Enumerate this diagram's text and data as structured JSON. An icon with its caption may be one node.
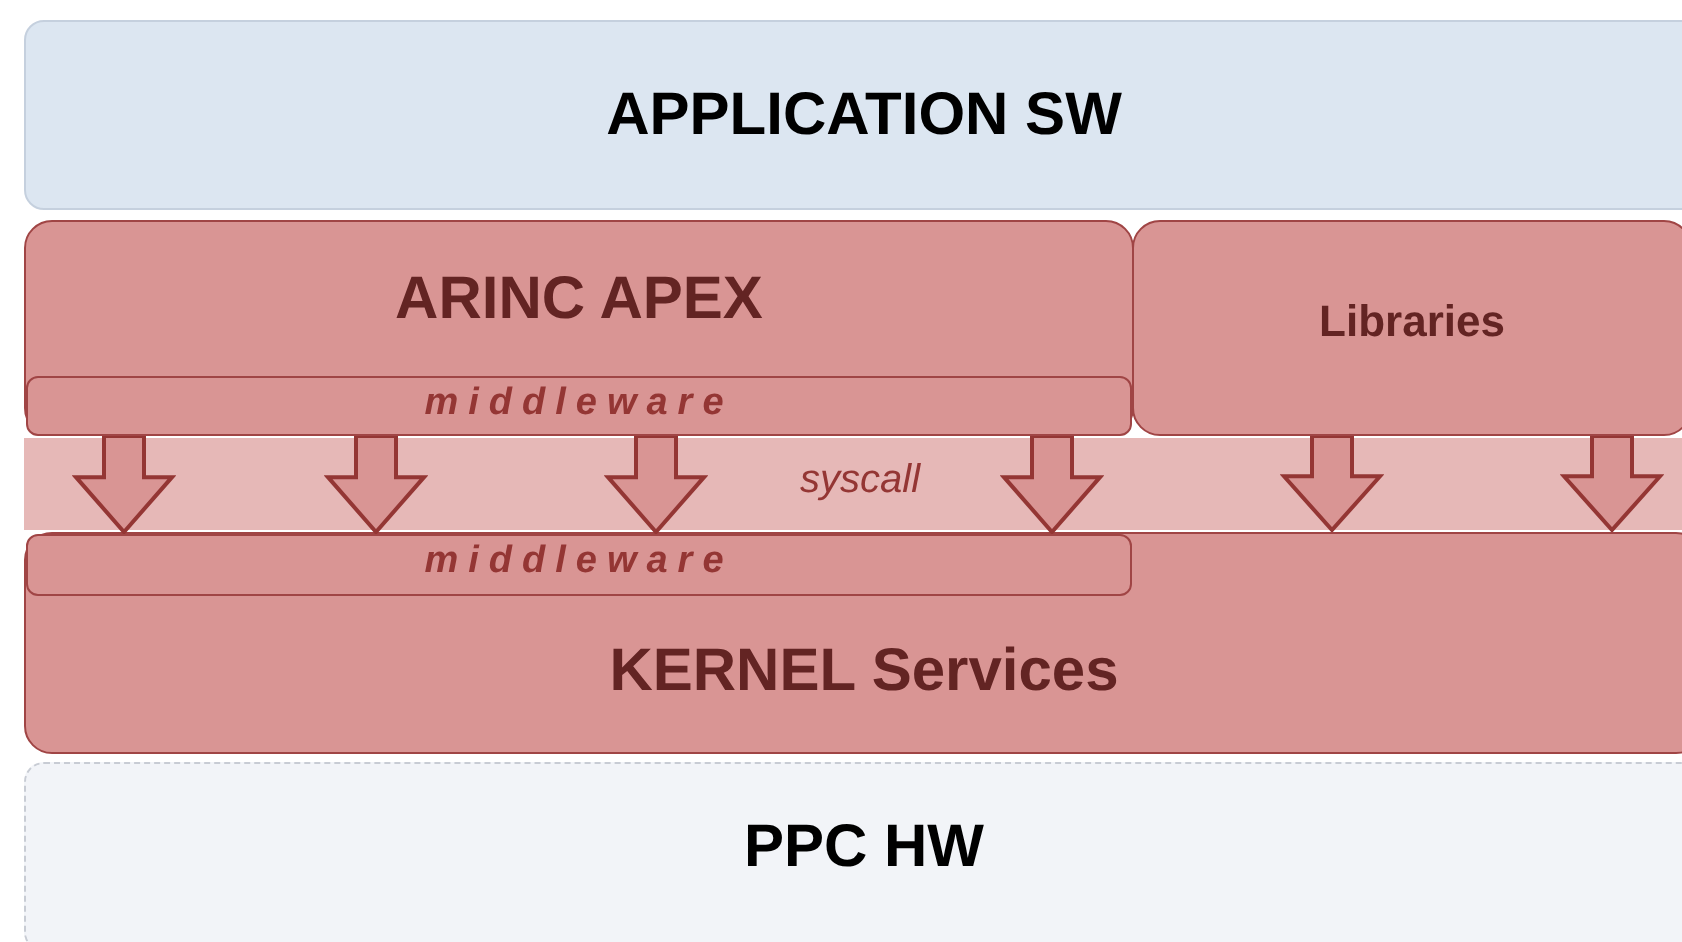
{
  "diagram": {
    "nodes": [
      {
        "text": [
          "APPLICATION SW"
        ]
      },
      {
        "text": [
          "ARINC APEX"
        ]
      },
      {
        "text": [
          "middleware"
        ],
        "in": 1
      },
      {
        "text": [
          "Libraries"
        ]
      },
      {
        "text": [
          "syscall"
        ]
      },
      {
        "text": [
          "KERNEL Services"
        ]
      },
      {
        "text": [
          "middleware"
        ],
        "in": 5
      },
      {
        "text": [
          "PPC HW"
        ]
      }
    ],
    "edges": [
      {
        "from": 2,
        "to": 6,
        "arrow": "to"
      },
      {
        "from": 2,
        "to": 6,
        "arrow": "to"
      },
      {
        "from": 2,
        "to": 6,
        "arrow": "to"
      },
      {
        "from": 2,
        "to": 6,
        "arrow": "to"
      },
      {
        "from": 3,
        "to": 5,
        "arrow": "to"
      },
      {
        "from": 3,
        "to": 5,
        "arrow": "to"
      }
    ]
  }
}
